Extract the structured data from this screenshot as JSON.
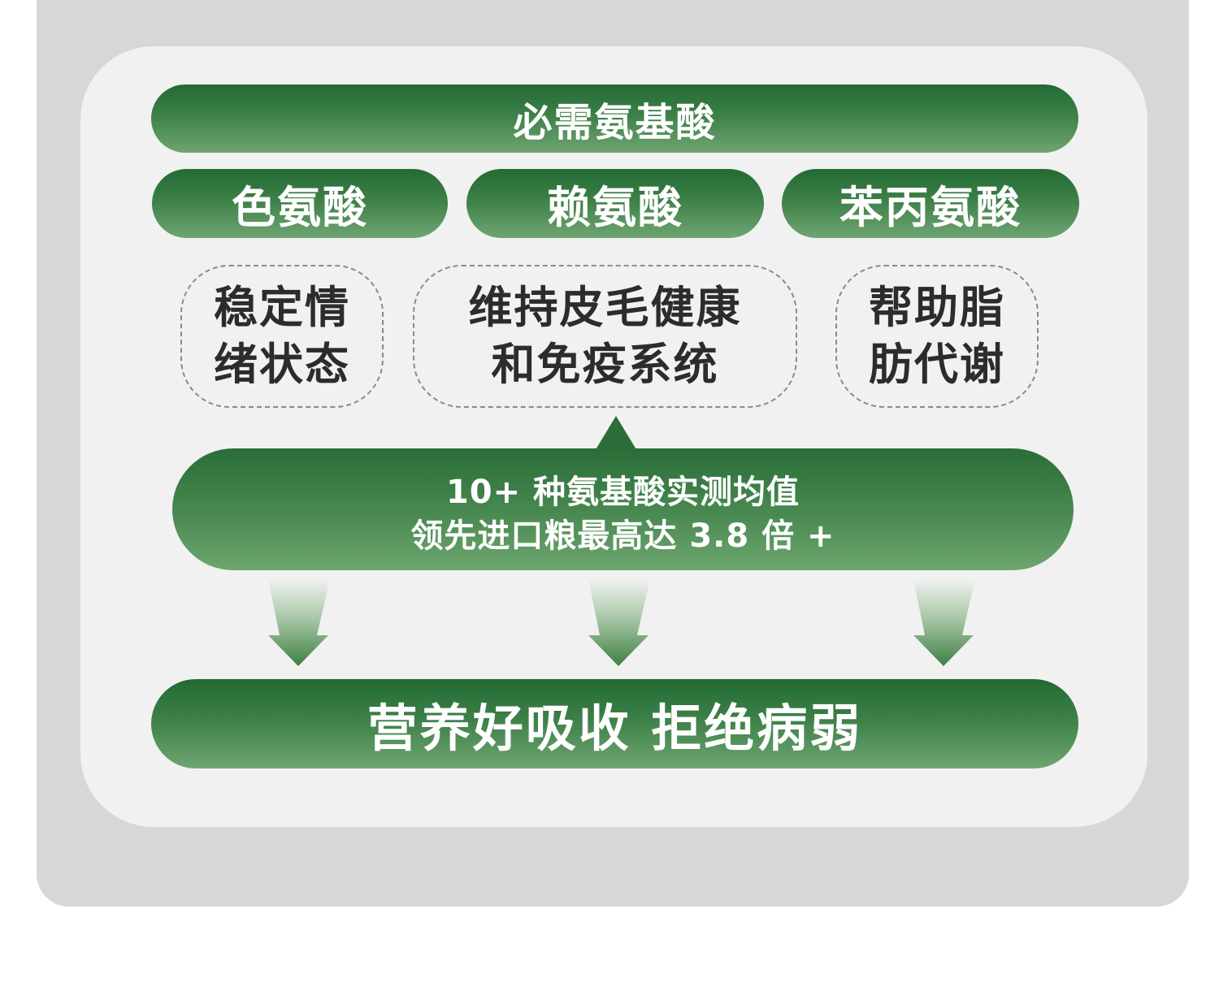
{
  "header": {
    "title": "必需氨基酸"
  },
  "amino_acids": [
    {
      "name": "色氨酸",
      "benefit_line1": "稳定情",
      "benefit_line2": "绪状态"
    },
    {
      "name": "赖氨酸",
      "benefit_line1": "维持皮毛健康",
      "benefit_line2": "和免疫系统"
    },
    {
      "name": "苯丙氨酸",
      "benefit_line1": "帮助脂",
      "benefit_line2": "肪代谢"
    }
  ],
  "callout": {
    "line1": "10+ 种氨基酸实测均值",
    "line2": "领先进口粮最高达 3.8 倍 +"
  },
  "footer": {
    "slogan": "营养好吸收 拒绝病弱"
  },
  "colors": {
    "green_dark": "#226a34",
    "green_light": "#6fa572",
    "frame_gray": "#d7d7d7",
    "card_bg": "#f1f1f1"
  }
}
